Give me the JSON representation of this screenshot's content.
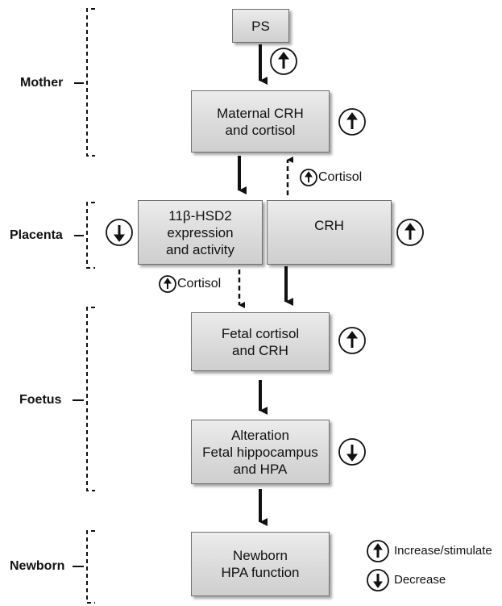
{
  "stages": {
    "mother": "Mother",
    "placenta": "Placenta",
    "foetus": "Foetus",
    "newborn": "Newborn"
  },
  "boxes": {
    "ps": "PS",
    "maternal": "Maternal CRH\nand cortisol",
    "hsd2": "11β-HSD2\nexpression\nand activity",
    "crh": "CRH",
    "fetal": "Fetal cortisol\nand CRH",
    "alteration": "Alteration\nFetal hippocampus\nand HPA",
    "newborn": "Newborn\nHPA function"
  },
  "notes": {
    "cortisol_up": "Cortisol",
    "cortisol_down": "Cortisol"
  },
  "legend": {
    "increase": "Increase/stimulate",
    "decrease": "Decrease"
  },
  "icons": {
    "increase": "arrow-up-circle-icon",
    "decrease": "arrow-down-circle-icon"
  }
}
